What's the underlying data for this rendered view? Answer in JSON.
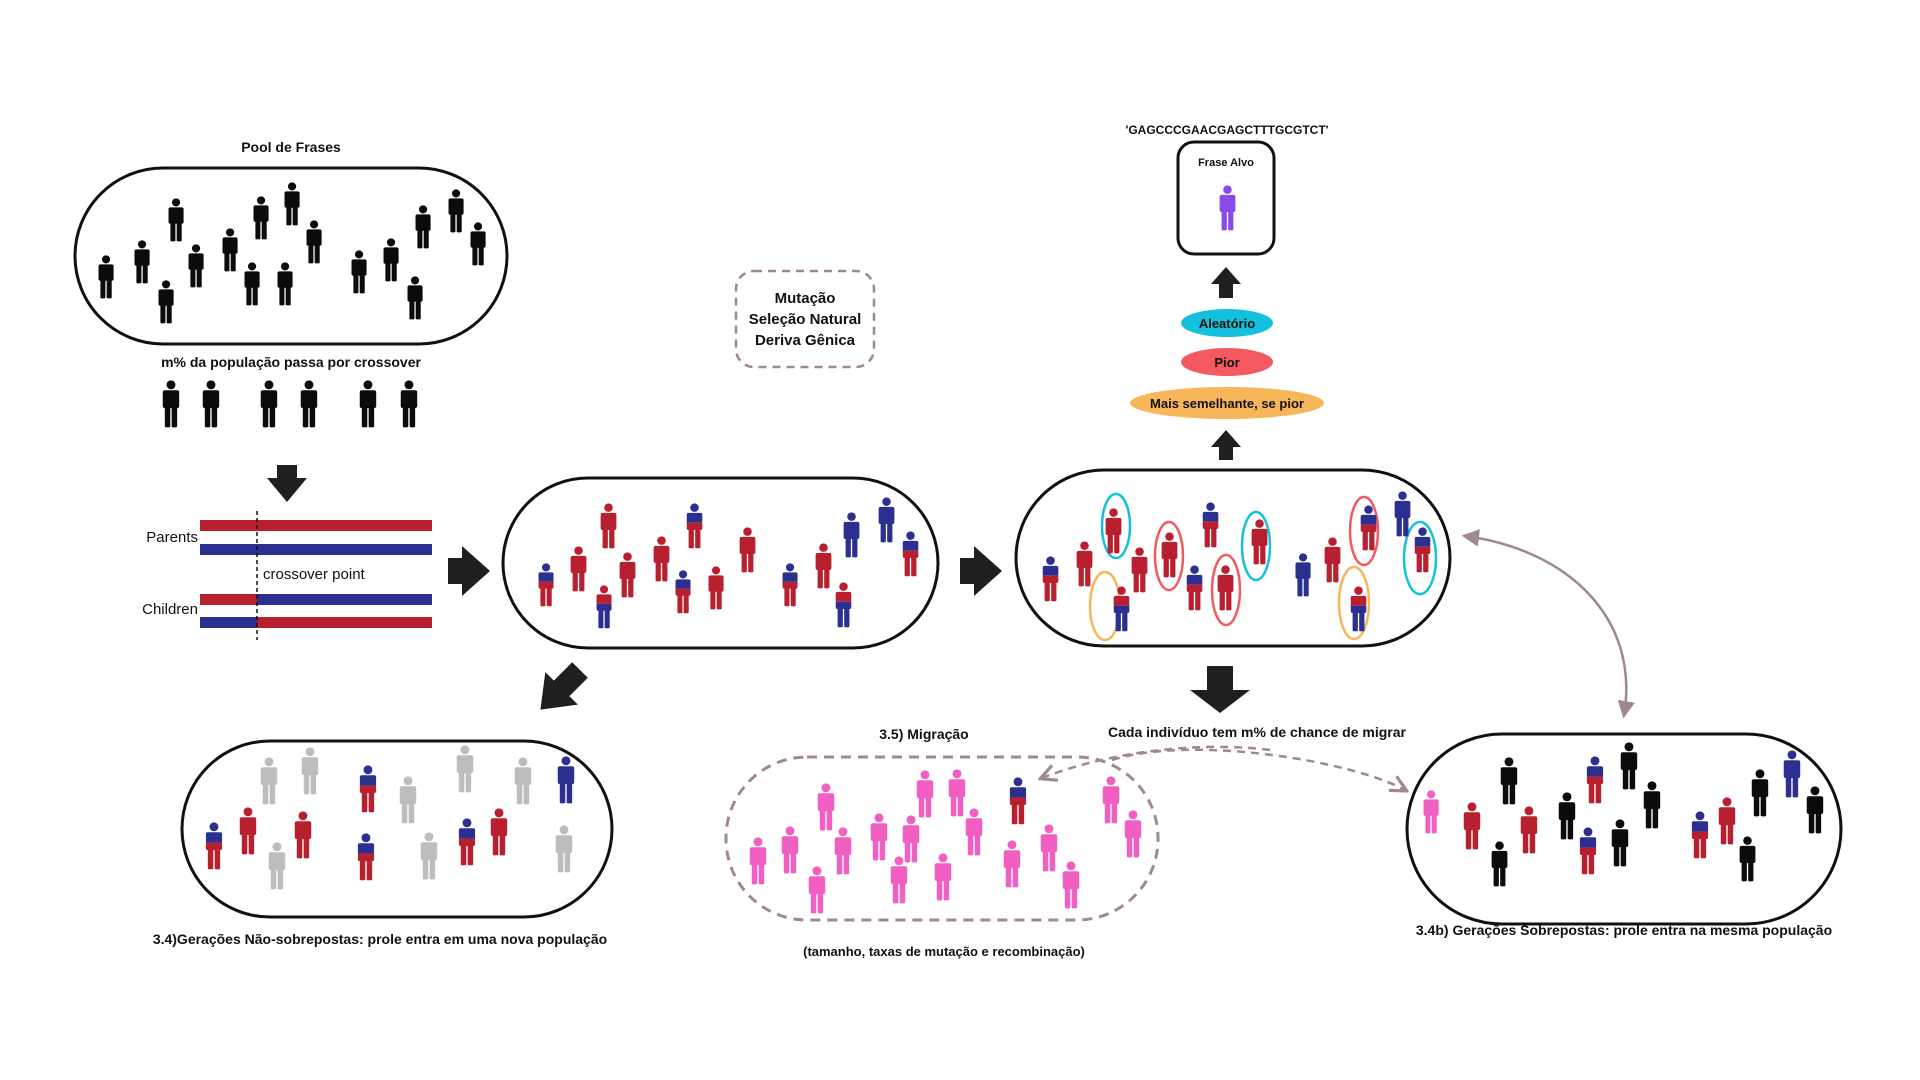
{
  "colors": {
    "black": "#0b0b0b",
    "red": "#b8202f",
    "blue": "#2b2f8f",
    "gray": "#bdbdbd",
    "pink": "#f25fc3",
    "purple": "#8a4be8",
    "cyan": "#14c0dd",
    "salmon": "#f25a5f",
    "orange": "#f7b65a",
    "mauve": "#a08890"
  },
  "labels": {
    "pool_title": "Pool de Frases",
    "crossover_caption": "m% da população passa por crossover",
    "parents": "Parents",
    "children": "Children",
    "crossover_point": "crossover point",
    "forces": [
      "Mutação",
      "Seleção Natural",
      "Deriva Gênica"
    ],
    "target_sequence": "'GAGCCCGAACGAGCTTTGCGTCT'",
    "target_label": "Frase Alvo",
    "sel_random": "Aleatório",
    "sel_worst": "Pior",
    "sel_similar": "Mais semelhante, se pior",
    "migrate_caption": "Cada  indivíduo tem  m% de chance de migrar",
    "migration_title": "3.5) Migração",
    "migration_sub": "(tamanho, taxas de mutação e recombinação)",
    "non_overlap": "3.4)Gerações Não-sobrepostas: prole entra em uma nova população",
    "overlap": "3.4b) Gerações Sobrepostas: prole entra na mesma população"
  }
}
